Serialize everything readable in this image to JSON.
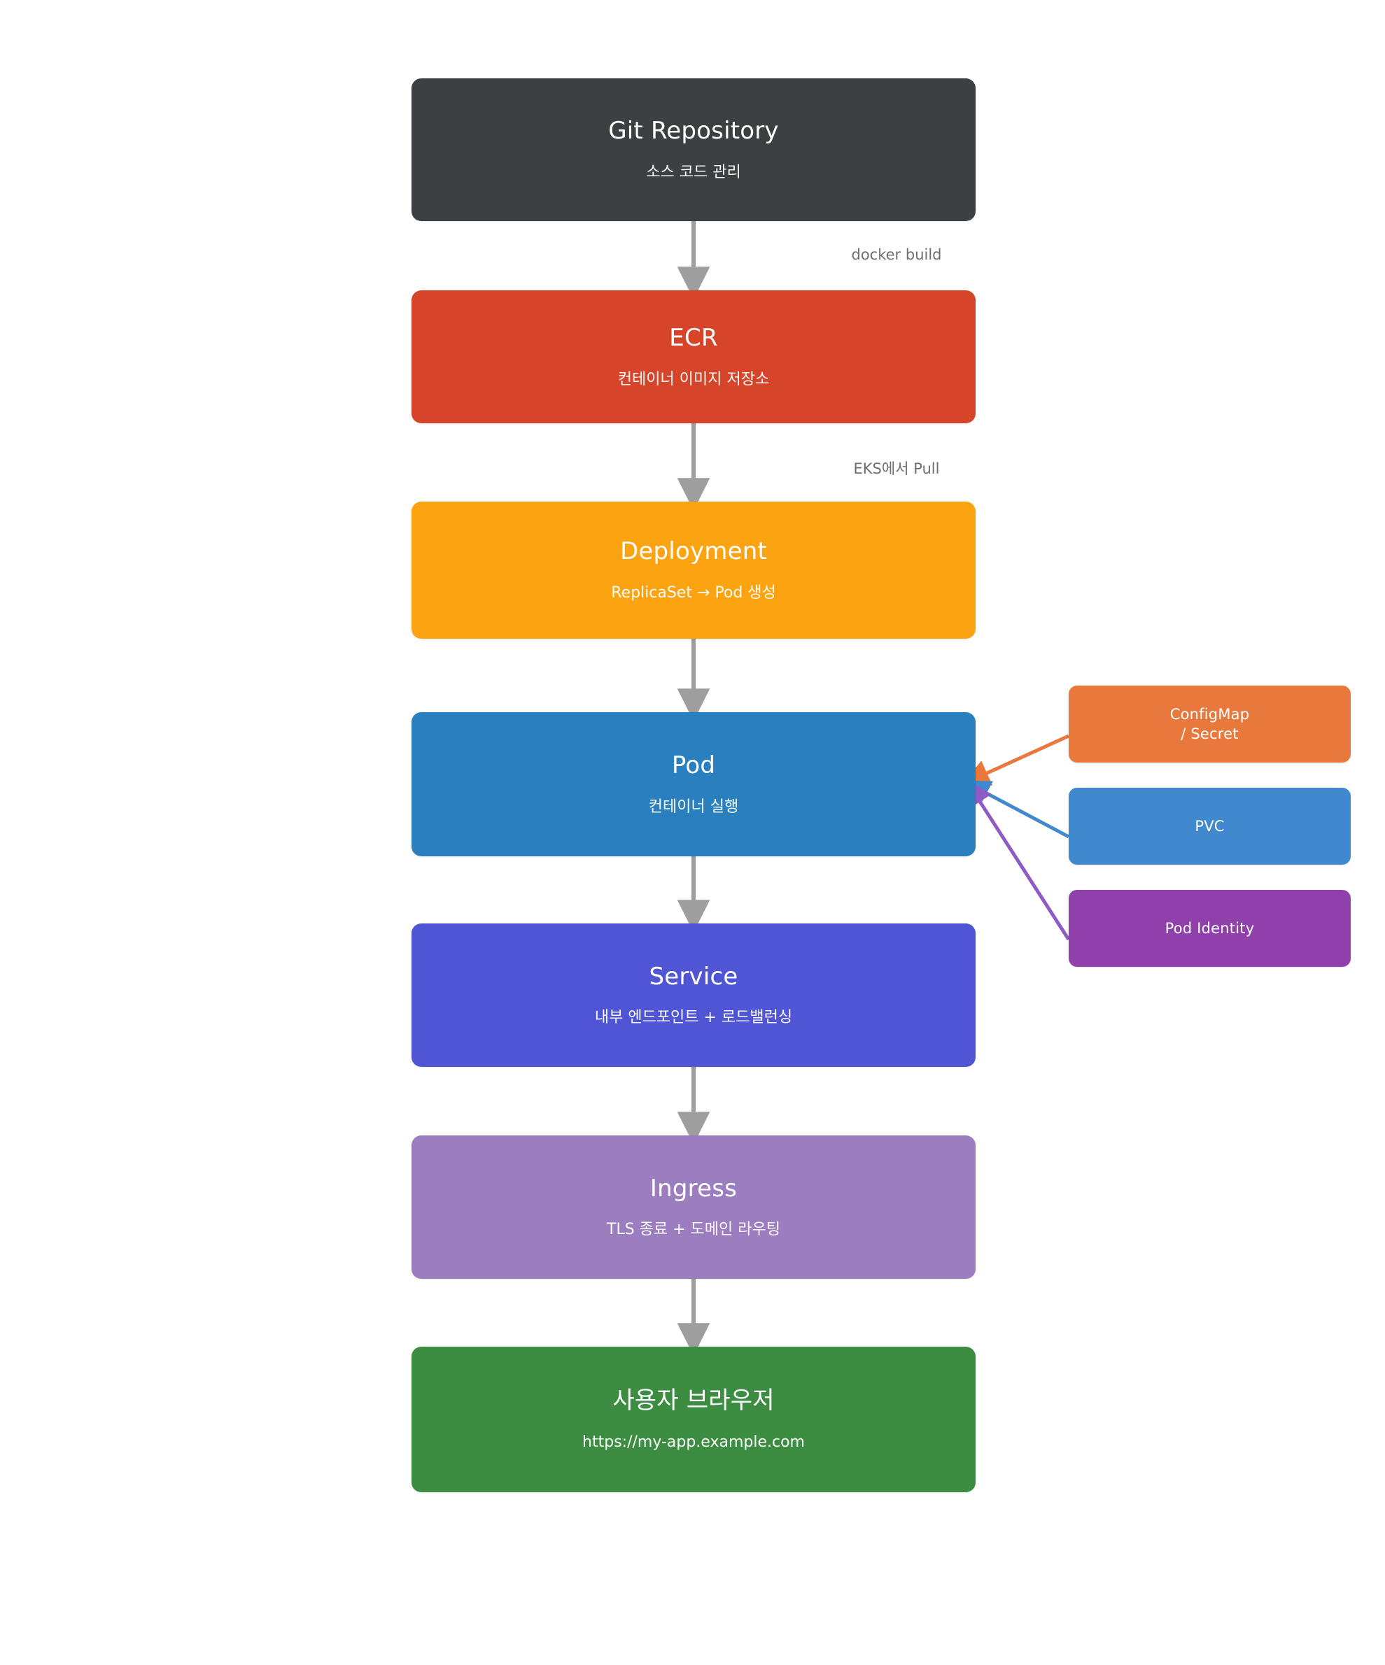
{
  "diagram": {
    "type": "flowchart",
    "direction": "top-to-bottom",
    "background": "#ffffff",
    "main_flow": [
      {
        "id": "git",
        "title": "Git Repository",
        "subtitle": "소스 코드 관리",
        "color": "#3c4043"
      },
      {
        "id": "ecr",
        "title": "ECR",
        "subtitle": "컨테이너 이미지 저장소",
        "color": "#d6442a"
      },
      {
        "id": "deployment",
        "title": "Deployment",
        "subtitle": "ReplicaSet → Pod 생성",
        "color": "#fca311"
      },
      {
        "id": "pod",
        "title": "Pod",
        "subtitle": "컨테이너 실행",
        "color": "#2a7fbe"
      },
      {
        "id": "service",
        "title": "Service",
        "subtitle": "내부 엔드포인트 + 로드밸런싱",
        "color": "#4f55d4"
      },
      {
        "id": "ingress",
        "title": "Ingress",
        "subtitle": "TLS 종료 + 도메인 라우팅",
        "color": "#9c7ec0"
      },
      {
        "id": "browser",
        "title": "사용자 브라우저",
        "subtitle": "https://my-app.example.com",
        "color": "#3c8c42"
      }
    ],
    "side_nodes": [
      {
        "id": "configmap",
        "title": "ConfigMap\n/ Secret",
        "color": "#e8783c",
        "connector_color": "#e8783c",
        "target": "pod"
      },
      {
        "id": "pvc",
        "title": "PVC",
        "color": "#4189ce",
        "connector_color": "#4189ce",
        "target": "pod"
      },
      {
        "id": "identity",
        "title": "Pod Identity",
        "color": "#9040ab",
        "connector_color": "#9b59c6",
        "target": "pod"
      }
    ],
    "edge_labels": [
      {
        "id": "docker-build",
        "text": "docker build",
        "from": "git",
        "to": "ecr"
      },
      {
        "id": "eks-pull",
        "text": "EKS에서 Pull",
        "from": "ecr",
        "to": "deployment"
      }
    ],
    "connector_color_main": "#9e9e9e"
  }
}
